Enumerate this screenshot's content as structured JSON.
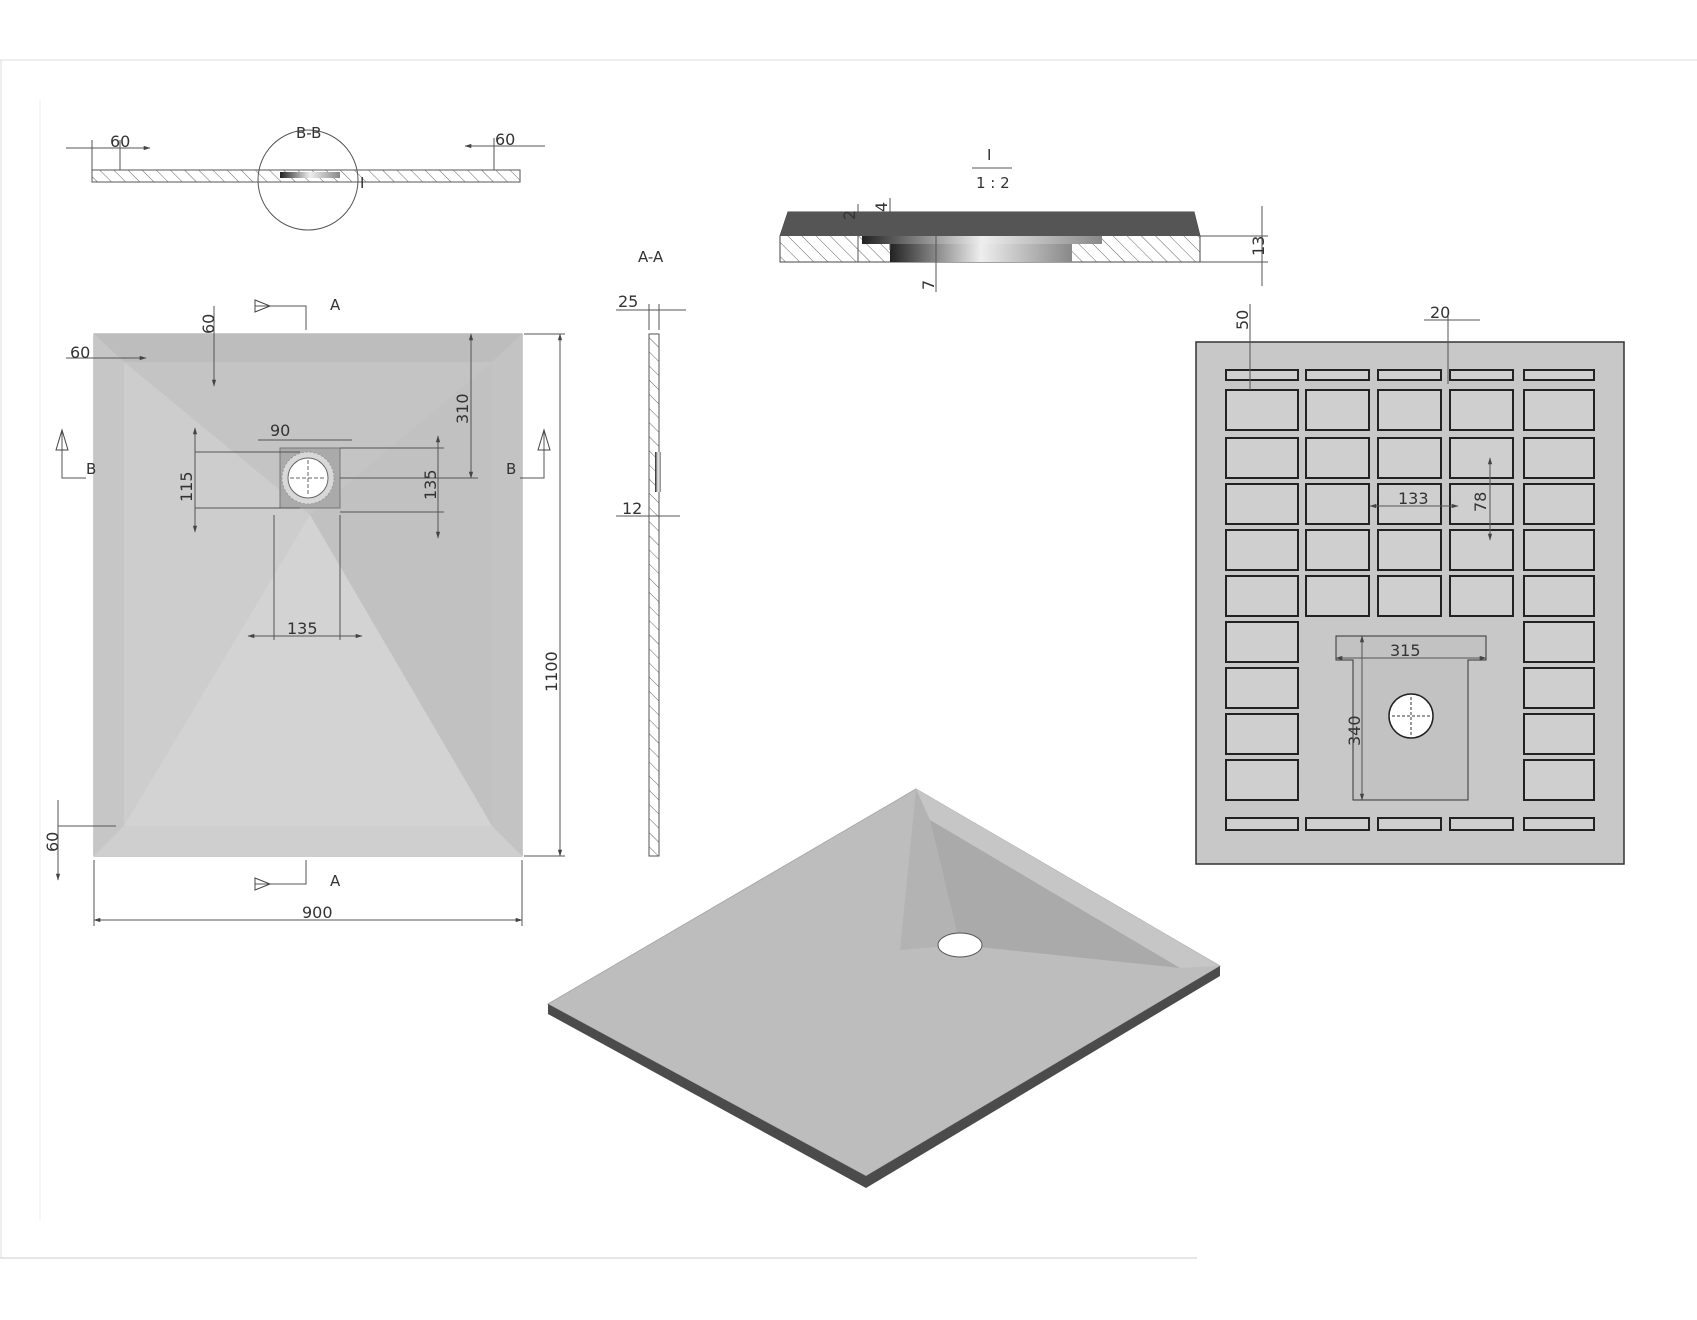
{
  "colors": {
    "tray_face": "#c9c9c9",
    "tray_inner": "#d2d2d2",
    "tray_edge": "#5a5a5a",
    "grid_cell": "#cfcfcf",
    "line": "#444444"
  },
  "section_bb": {
    "label": "B-B",
    "dim_left": "60",
    "dim_right": "60",
    "detail_ref": "I"
  },
  "section_aa": {
    "label": "A-A",
    "dim_width": "25",
    "dim_height": "12"
  },
  "detail": {
    "label": "I",
    "scale": "1 : 2",
    "dim_a": "2",
    "dim_b": "4",
    "dim_c": "7",
    "dim_d": "13"
  },
  "top_view": {
    "section_a_top": "A",
    "section_a_bottom": "A",
    "section_b_left": "B",
    "section_b_right": "B",
    "dim_margin_top": "60",
    "dim_margin_left": "60",
    "dim_margin_bottom": "60",
    "dim_drain_diameter": "90",
    "dim_drain_outer": "115",
    "dim_drain_from_top": "310",
    "dim_drain_box_h": "135",
    "dim_drain_box_w": "135",
    "dim_height": "1100",
    "dim_width": "900"
  },
  "bottom_view": {
    "dim_rib_top": "50",
    "dim_rib_w": "20",
    "dim_cell_w": "133",
    "dim_cell_h": "78",
    "dim_pocket_w": "315",
    "dim_pocket_h": "340"
  },
  "iso_view": {
    "description_visible": ""
  }
}
